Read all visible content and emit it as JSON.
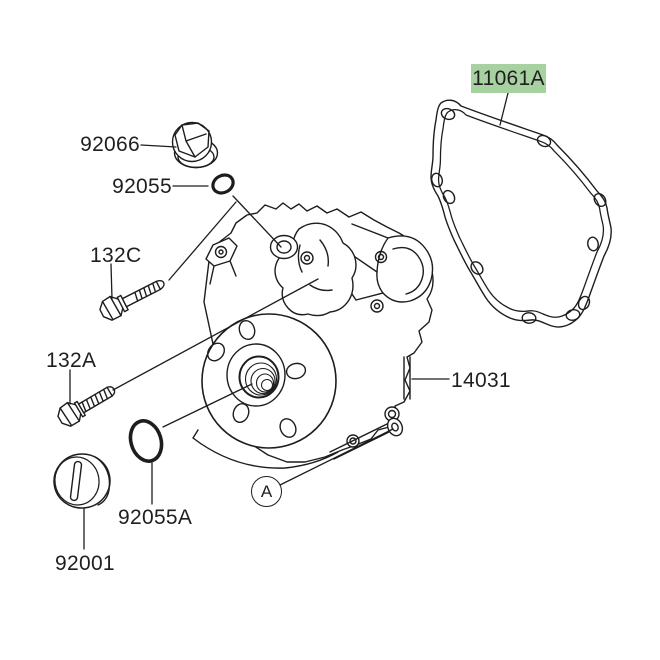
{
  "app": {
    "type": "parts-catalog-exploded-diagram",
    "background": "#ffffff"
  },
  "colors": {
    "line": "#1d1d1d",
    "text": "#1f1f1f",
    "highlight_bg": "#a7d1a1"
  },
  "parts": {
    "oil_filler_plug": {
      "label": "92066",
      "highlighted": false
    },
    "plug_oring": {
      "label": "92055",
      "highlighted": false
    },
    "upper_bolt": {
      "label": "132C",
      "highlighted": false
    },
    "lower_bolt": {
      "label": "132A",
      "highlighted": false
    },
    "crank_oring": {
      "label": "92055A",
      "highlighted": false
    },
    "timing_cap": {
      "label": "92001",
      "highlighted": false
    },
    "generator_cover": {
      "label": "14031",
      "highlighted": false
    },
    "cover_gasket": {
      "label": "11061A",
      "highlighted": true
    },
    "detail_view_marker": {
      "label": "A",
      "highlighted": false
    }
  }
}
